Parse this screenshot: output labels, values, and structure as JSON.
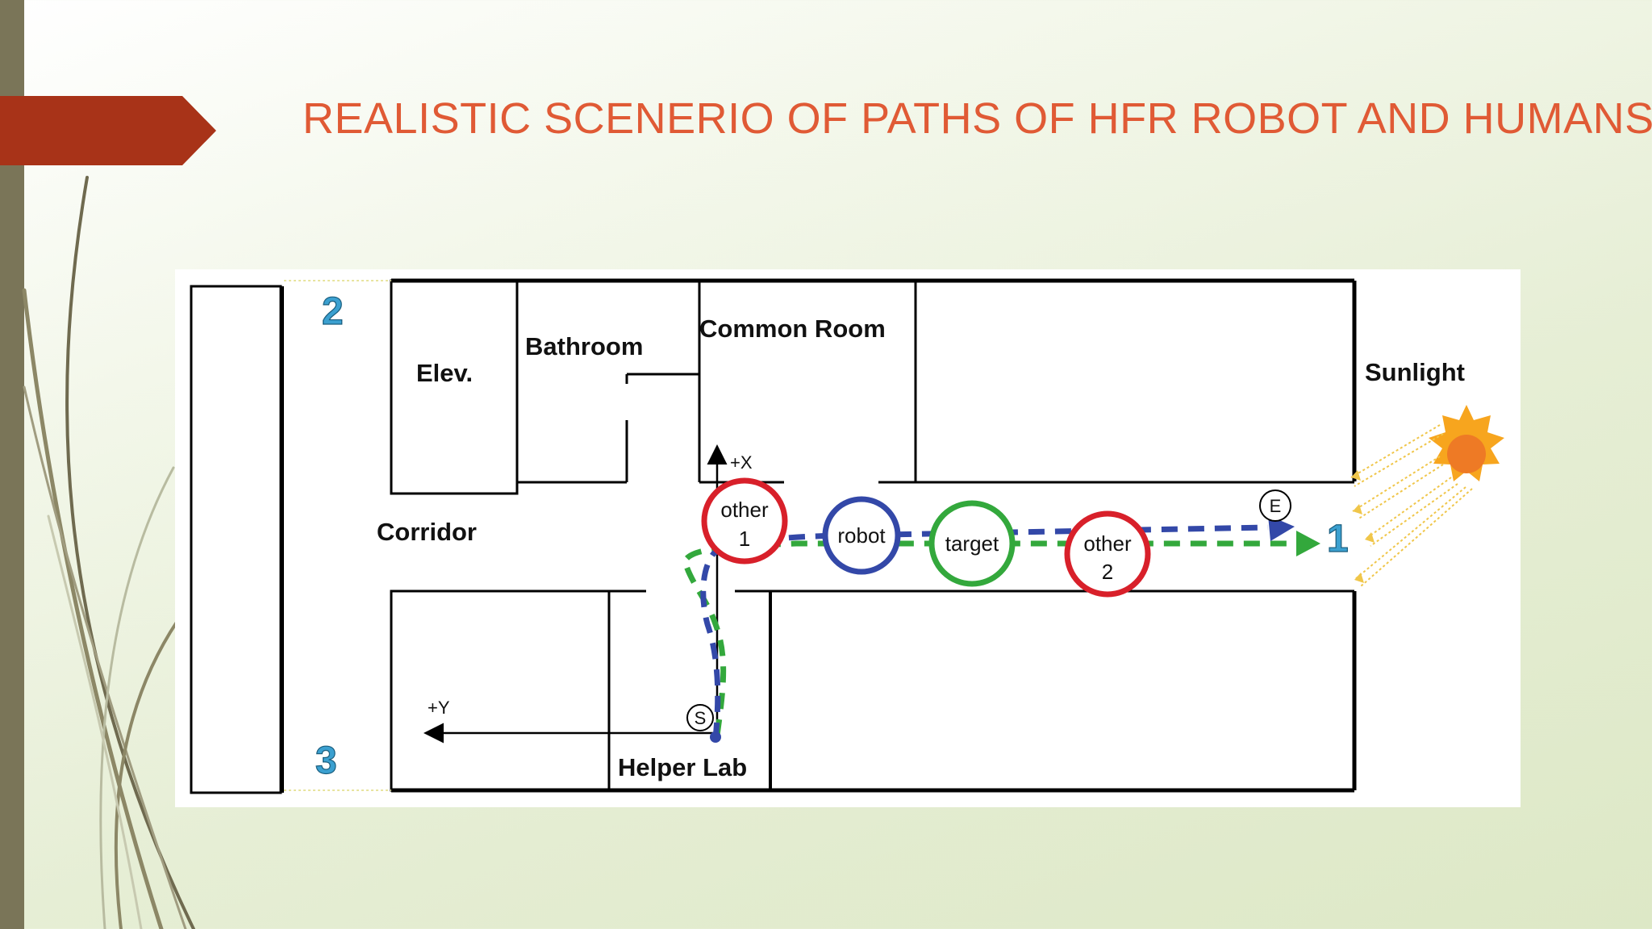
{
  "slide": {
    "title": "REALISTIC SCENERIO OF PATHS OF HFR ROBOT AND HUMANS…"
  },
  "diagram": {
    "rooms": {
      "elevator": "Elev.",
      "bathroom": "Bathroom",
      "common_room": "Common Room",
      "corridor": "Corridor",
      "helper_lab": "Helper Lab",
      "sunlight": "Sunlight"
    },
    "axes": {
      "x": "+X",
      "y": "+Y"
    },
    "markers": {
      "start": "S",
      "end": "E"
    },
    "locations": {
      "one": "1",
      "two": "2",
      "three": "3"
    },
    "agents": {
      "other1_line1": "other",
      "other1_line2": "1",
      "robot": "robot",
      "target": "target",
      "other2_line1": "other",
      "other2_line2": "2"
    },
    "colors": {
      "robot": "#3348a8",
      "target": "#33a83c",
      "other": "#d8202a",
      "title": "#e05a35",
      "title_arrow": "#a83318",
      "location_numbers": "#3ba0d0",
      "sun": "#f7a51e"
    },
    "icons": [
      "sun-icon",
      "title-arrow-icon"
    ]
  }
}
